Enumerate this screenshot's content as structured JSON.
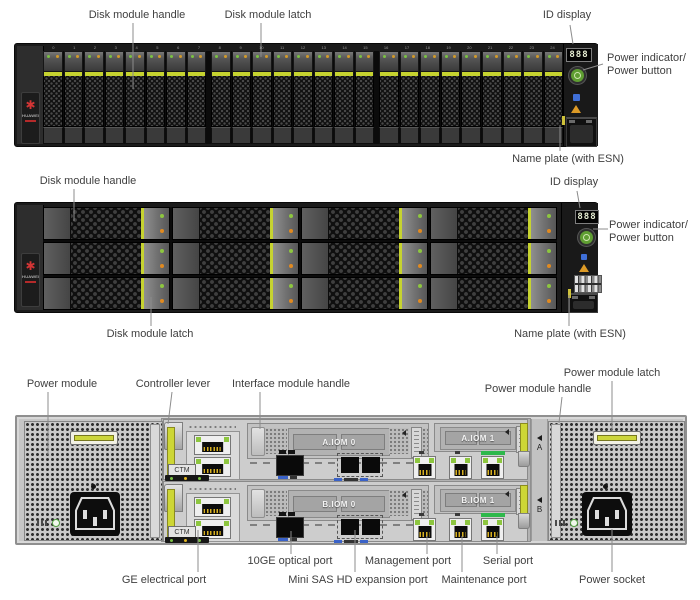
{
  "brand": {
    "name": "HUAWEI"
  },
  "front_2_5": {
    "labels": {
      "disk_module_handle": "Disk module handle",
      "disk_module_latch": "Disk module latch",
      "id_display": "ID display",
      "power_indicator": "Power indicator/",
      "power_button": "Power button",
      "name_plate": "Name plate (with ESN)"
    },
    "id_display_value": "888",
    "disk_groups": [
      8,
      8,
      9
    ],
    "slot_numbers": [
      "0",
      "1",
      "2",
      "3",
      "4",
      "5",
      "6",
      "7",
      "8",
      "9",
      "10",
      "11",
      "12",
      "13",
      "14",
      "15",
      "16",
      "17",
      "18",
      "19",
      "20",
      "21",
      "22",
      "23",
      "24"
    ]
  },
  "front_3_5": {
    "labels": {
      "disk_module_handle": "Disk module handle",
      "disk_module_latch": "Disk module latch",
      "id_display": "ID display",
      "power_indicator": "Power indicator/",
      "power_button": "Power button",
      "name_plate": "Name plate (with ESN)"
    },
    "id_display_value": "888",
    "rows": 3,
    "cols": 4
  },
  "rear": {
    "labels": {
      "power_module": "Power module",
      "controller_lever": "Controller lever",
      "interface_module_handle": "Interface module handle",
      "power_module_handle": "Power module handle",
      "power_module_latch": "Power module latch",
      "ge_electrical_port": "GE electrical port",
      "optical_10ge_port": "10GE optical port",
      "mini_sas_port": "Mini SAS HD expansion port",
      "management_port": "Management port",
      "maintenance_port": "Maintenance port",
      "serial_port": "Serial port",
      "power_socket": "Power socket"
    },
    "controllers": [
      {
        "id": "A",
        "iom0": "A.IOM 0",
        "iom1": "A.IOM 1",
        "ctm": "CTM"
      },
      {
        "id": "B",
        "iom0": "B.IOM 0",
        "iom1": "B.IOM 1",
        "ctm": "CTM"
      }
    ],
    "side_markers": [
      "A",
      "B"
    ]
  },
  "colors": {
    "latch_yellow": "#c6d330",
    "led_green": "#7ac143",
    "led_orange": "#e08a20",
    "power_button_green": "#5f9e32",
    "blue_icon": "#3f6fd8",
    "warning_triangle": "#dc9a26",
    "serial_strip_green": "#2eb84b",
    "huawei_red": "#d23535",
    "label_text": "#3f3f3f"
  }
}
